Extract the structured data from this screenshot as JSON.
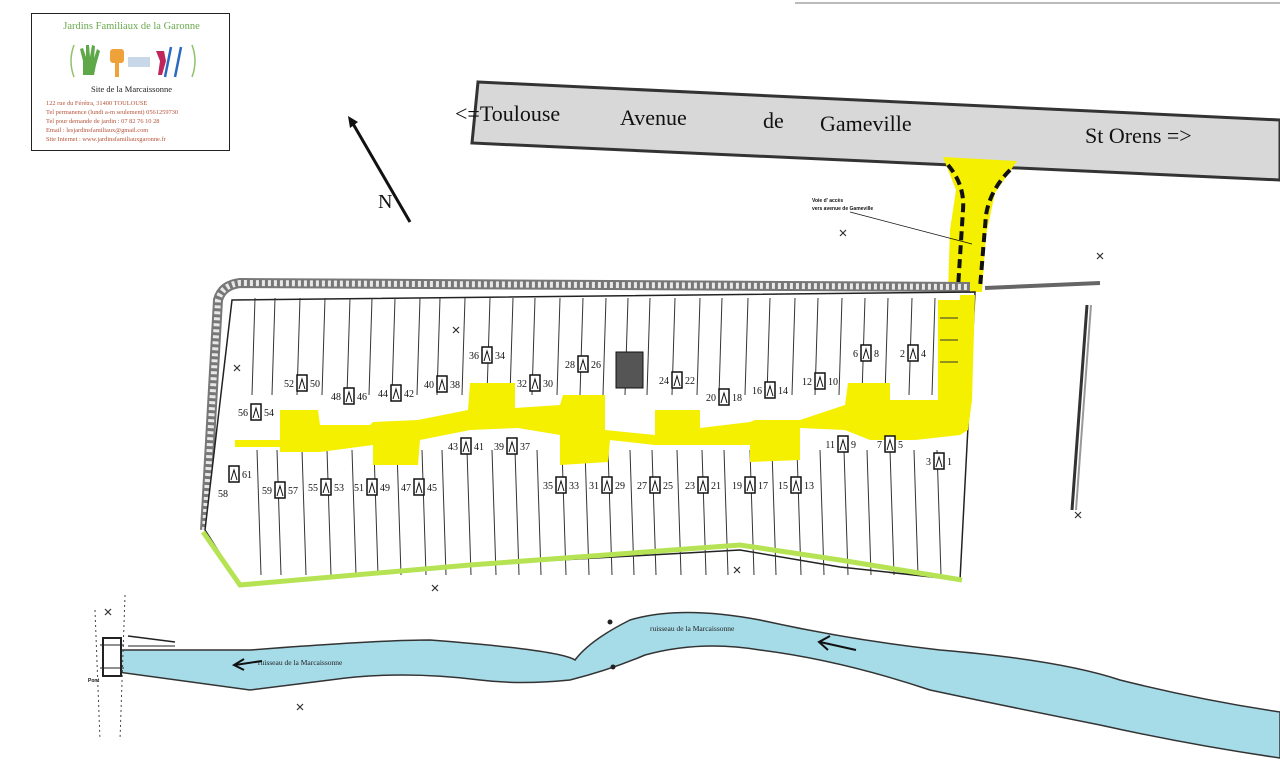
{
  "legend": {
    "title": "Jardins Familiaux de la Garonne",
    "site": "Site de la Marcaissonne",
    "lines": [
      "122 rue du Férétra, 31400 TOULOUSE",
      "Tel permanence (lundi a-m seulement) 0561259730",
      "Tel pour demande de jardin : 07 82 76 10 28",
      "Email : lesjardinsfamiliaux@gmail.com",
      "Site Internet : www.jardinsfamiliauxgaronne.fr"
    ]
  },
  "road": {
    "w1": "<=Toulouse",
    "w2": "Avenue",
    "w3": "de",
    "w4": "Gameville",
    "w5": "St Orens =>"
  },
  "access_note_1": "Voie d' accès",
  "access_note_2": "vers avenue de Gameville",
  "north": "N",
  "river_label_1": "ruisseau de la   Marcaissonne",
  "river_label_2": "ruisseau de la   Marcaissonne",
  "bridge": "Pont",
  "colors": {
    "path": "#f5ef00",
    "river": "#a6dbe8",
    "hedge": "#b6e354",
    "ink": "#111111"
  },
  "plots": [
    {
      "id": "plot-2",
      "label": "2"
    },
    {
      "id": "plot-4",
      "label": "4"
    },
    {
      "id": "plot-6",
      "label": "6"
    },
    {
      "id": "plot-8",
      "label": "8"
    },
    {
      "id": "plot-10",
      "label": "10"
    },
    {
      "id": "plot-12",
      "label": "12"
    },
    {
      "id": "plot-14",
      "label": "14"
    },
    {
      "id": "plot-16",
      "label": "16"
    },
    {
      "id": "plot-18",
      "label": "18"
    },
    {
      "id": "plot-20",
      "label": "20"
    },
    {
      "id": "plot-22",
      "label": "22"
    },
    {
      "id": "plot-24",
      "label": "24"
    },
    {
      "id": "plot-26",
      "label": "26"
    },
    {
      "id": "plot-28",
      "label": "28"
    },
    {
      "id": "plot-30",
      "label": "30"
    },
    {
      "id": "plot-32",
      "label": "32"
    },
    {
      "id": "plot-34",
      "label": "34"
    },
    {
      "id": "plot-36",
      "label": "36"
    },
    {
      "id": "plot-38",
      "label": "38"
    },
    {
      "id": "plot-40",
      "label": "40"
    },
    {
      "id": "plot-42",
      "label": "42"
    },
    {
      "id": "plot-44",
      "label": "44"
    },
    {
      "id": "plot-46",
      "label": "46"
    },
    {
      "id": "plot-48",
      "label": "48"
    },
    {
      "id": "plot-50",
      "label": "50"
    },
    {
      "id": "plot-52",
      "label": "52"
    },
    {
      "id": "plot-54",
      "label": "54"
    },
    {
      "id": "plot-56",
      "label": "56"
    },
    {
      "id": "plot-1",
      "label": "1"
    },
    {
      "id": "plot-3",
      "label": "3"
    },
    {
      "id": "plot-5",
      "label": "5"
    },
    {
      "id": "plot-7",
      "label": "7"
    },
    {
      "id": "plot-9",
      "label": "9"
    },
    {
      "id": "plot-11",
      "label": "11"
    },
    {
      "id": "plot-13",
      "label": "13"
    },
    {
      "id": "plot-15",
      "label": "15"
    },
    {
      "id": "plot-17",
      "label": "17"
    },
    {
      "id": "plot-19",
      "label": "19"
    },
    {
      "id": "plot-21",
      "label": "21"
    },
    {
      "id": "plot-23",
      "label": "23"
    },
    {
      "id": "plot-25",
      "label": "25"
    },
    {
      "id": "plot-27",
      "label": "27"
    },
    {
      "id": "plot-29",
      "label": "29"
    },
    {
      "id": "plot-31",
      "label": "31"
    },
    {
      "id": "plot-33",
      "label": "33"
    },
    {
      "id": "plot-35",
      "label": "35"
    },
    {
      "id": "plot-37",
      "label": "37"
    },
    {
      "id": "plot-39",
      "label": "39"
    },
    {
      "id": "plot-41",
      "label": "41"
    },
    {
      "id": "plot-43",
      "label": "43"
    },
    {
      "id": "plot-45",
      "label": "45"
    },
    {
      "id": "plot-47",
      "label": "47"
    },
    {
      "id": "plot-49",
      "label": "49"
    },
    {
      "id": "plot-51",
      "label": "51"
    },
    {
      "id": "plot-53",
      "label": "53"
    },
    {
      "id": "plot-55",
      "label": "55"
    },
    {
      "id": "plot-57",
      "label": "57"
    },
    {
      "id": "plot-59",
      "label": "59"
    },
    {
      "id": "plot-58",
      "label": "58"
    },
    {
      "id": "plot-61",
      "label": "61"
    }
  ]
}
